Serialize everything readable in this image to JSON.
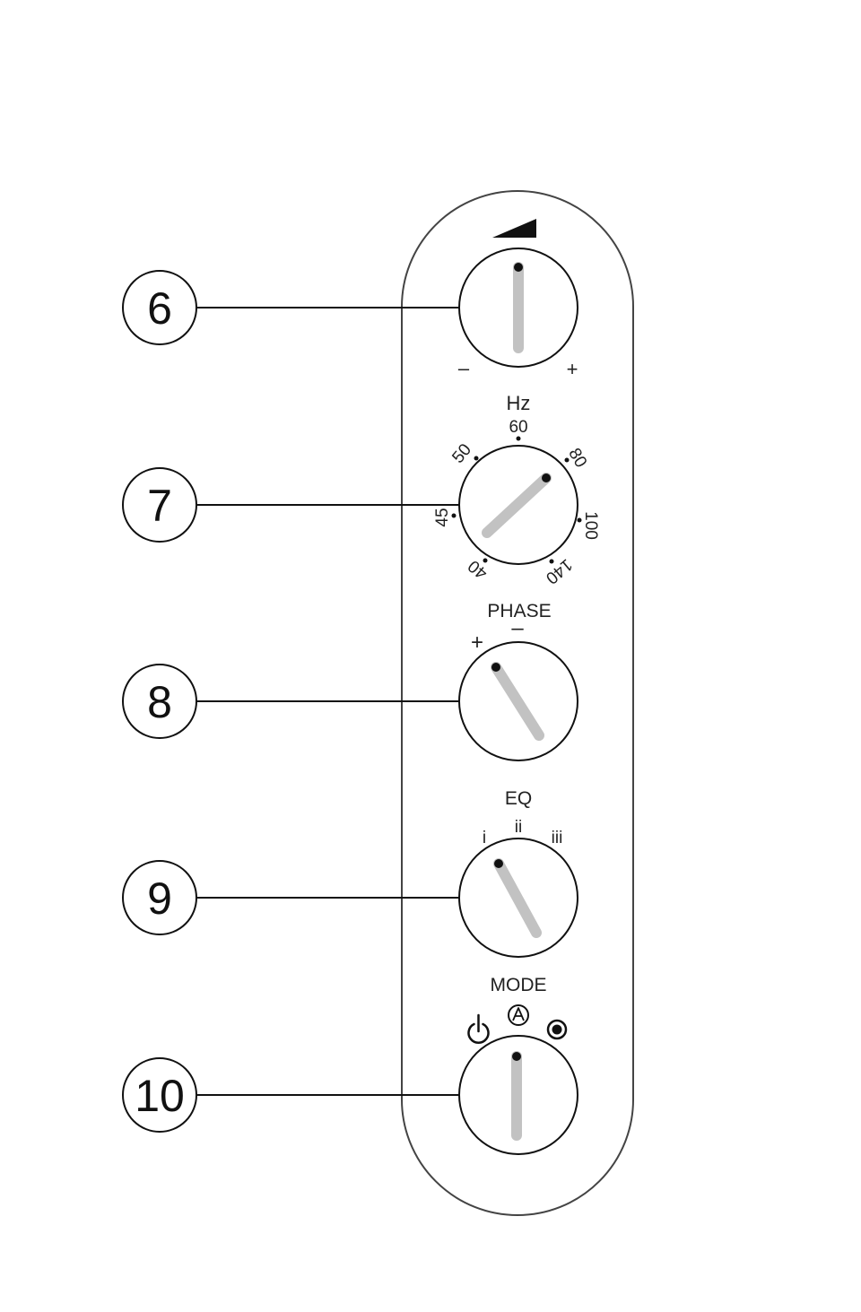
{
  "callouts": [
    {
      "number": "6",
      "control": "volume"
    },
    {
      "number": "7",
      "control": "crossover"
    },
    {
      "number": "8",
      "control": "phase"
    },
    {
      "number": "9",
      "control": "eq"
    },
    {
      "number": "10",
      "control": "mode"
    }
  ],
  "volume": {
    "icon": "volume-ramp-icon",
    "minus_label": "–",
    "plus_label": "+"
  },
  "crossover": {
    "title": "Hz",
    "scale": [
      "40",
      "45",
      "50",
      "60",
      "80",
      "100",
      "140"
    ]
  },
  "phase": {
    "title": "PHASE",
    "plus_label": "+",
    "minus_label": "–"
  },
  "eq": {
    "title": "EQ",
    "positions": [
      "i",
      "ii",
      "iii"
    ]
  },
  "mode": {
    "title": "MODE",
    "icons": [
      "power-icon",
      "auto-a-icon",
      "on-dot-icon"
    ]
  },
  "colors": {
    "outline": "#111111",
    "pointer": "#c2c2c2",
    "panel_border": "#444444"
  }
}
